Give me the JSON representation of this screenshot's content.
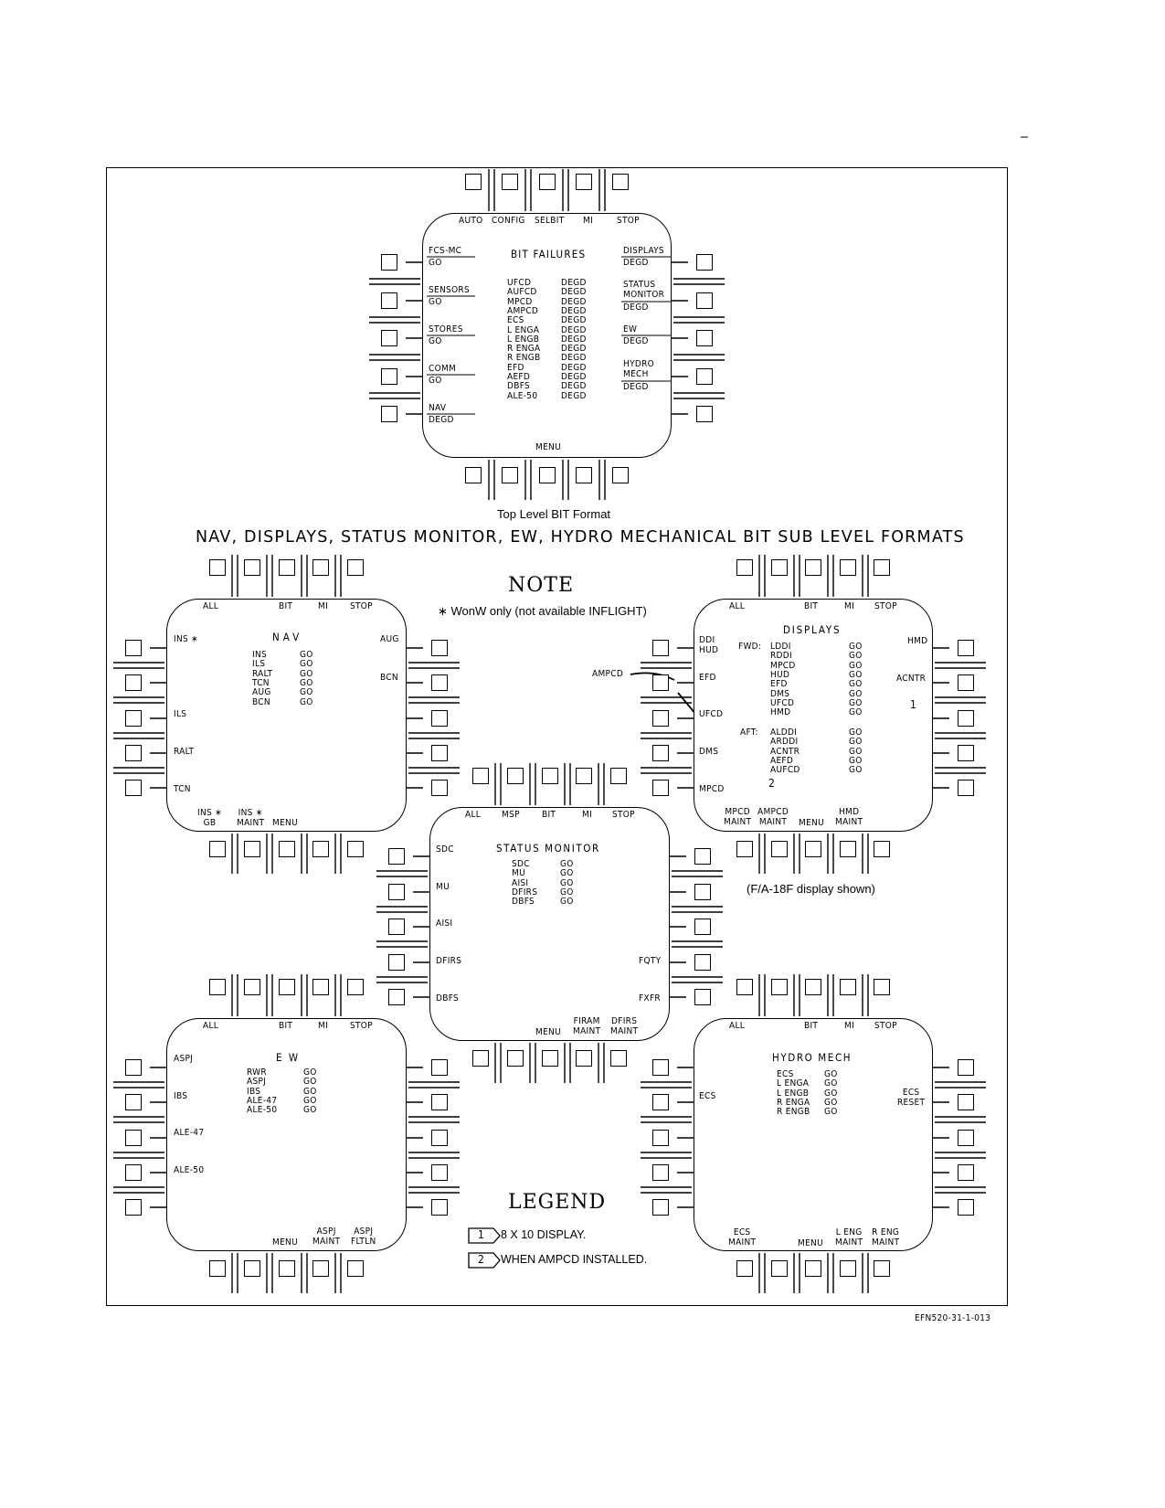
{
  "document_id": "EFN520-31-1-013",
  "main_title": "NAV, DISPLAYS, STATUS MONITOR, EW, HYDRO MECHANICAL BIT SUB LEVEL FORMATS",
  "top_format_caption": "Top Level BIT Format",
  "note": {
    "heading": "NOTE",
    "text": "∗  WonW only (not available INFLIGHT)"
  },
  "displays_caption": "(F/A-18F display shown)",
  "legend": {
    "heading": "LEGEND",
    "items": [
      {
        "num": "1",
        "text": "8 X 10 DISPLAY."
      },
      {
        "num": "2",
        "text": "WHEN AMPCD INSTALLED."
      }
    ]
  },
  "bit_failures": {
    "title": "BIT FAILURES",
    "top_buttons": [
      "AUTO",
      "CONFIG",
      "SELBIT",
      "MI",
      "STOP"
    ],
    "bottom_label": "MENU",
    "left": [
      {
        "name": "FCS-MC",
        "status": "GO"
      },
      {
        "name": "SENSORS",
        "status": "GO"
      },
      {
        "name": "STORES",
        "status": "GO"
      },
      {
        "name": "COMM",
        "status": "GO"
      },
      {
        "name": "NAV",
        "status": "DEGD"
      }
    ],
    "right": [
      {
        "name": "DISPLAYS",
        "status": "DEGD"
      },
      {
        "name": "STATUS\nMONITOR",
        "status": "DEGD"
      },
      {
        "name": "EW",
        "status": "DEGD"
      },
      {
        "name": "HYDRO\nMECH",
        "status": "DEGD"
      }
    ],
    "list": [
      [
        "UFCD",
        "DEGD"
      ],
      [
        "AUFCD",
        "DEGD"
      ],
      [
        "MPCD",
        "DEGD"
      ],
      [
        "AMPCD",
        "DEGD"
      ],
      [
        "ECS",
        "DEGD"
      ],
      [
        "L ENGA",
        "DEGD"
      ],
      [
        "L ENGB",
        "DEGD"
      ],
      [
        "R ENGA",
        "DEGD"
      ],
      [
        "R ENGB",
        "DEGD"
      ],
      [
        "EFD",
        "DEGD"
      ],
      [
        "AEFD",
        "DEGD"
      ],
      [
        "DBFS",
        "DEGD"
      ],
      [
        "ALE-50",
        "DEGD"
      ]
    ]
  },
  "nav": {
    "title": "NAV",
    "top_buttons": [
      "ALL",
      "BIT",
      "MI",
      "STOP"
    ],
    "left": [
      "INS ∗",
      "",
      "ILS",
      "RALT",
      "TCN"
    ],
    "right": [
      "AUG",
      "BCN"
    ],
    "bottom": [
      "INS ∗\nGB",
      "INS ∗\nMAINT",
      "MENU"
    ],
    "list": [
      [
        "INS",
        "GO"
      ],
      [
        "ILS",
        "GO"
      ],
      [
        "RALT",
        "GO"
      ],
      [
        "TCN",
        "GO"
      ],
      [
        "AUG",
        "GO"
      ],
      [
        "BCN",
        "GO"
      ]
    ]
  },
  "displays": {
    "title": "DISPLAYS",
    "top_buttons": [
      "ALL",
      "BIT",
      "MI",
      "STOP"
    ],
    "left": [
      "DDI\nHUD",
      "EFD",
      "UFCD",
      "DMS",
      "MPCD"
    ],
    "right": [
      "HMD",
      "ACNTR"
    ],
    "bottom": [
      "MPCD\nMAINT",
      "AMPCD\nMAINT",
      "MENU",
      "HMD\nMAINT"
    ],
    "ampcd_callout": "AMPCD",
    "fwd_label": "FWD:",
    "aft_label": "AFT:",
    "fwd": [
      [
        "LDDI",
        "GO"
      ],
      [
        "RDDI",
        "GO"
      ],
      [
        "MPCD",
        "GO"
      ],
      [
        "HUD",
        "GO"
      ],
      [
        "EFD",
        "GO"
      ],
      [
        "DMS",
        "GO"
      ],
      [
        "UFCD",
        "GO"
      ],
      [
        "HMD",
        "GO"
      ]
    ],
    "aft": [
      [
        "ALDDI",
        "GO"
      ],
      [
        "ARDDI",
        "GO"
      ],
      [
        "ACNTR",
        "GO"
      ],
      [
        "AEFD",
        "GO"
      ],
      [
        "AUFCD",
        "GO"
      ]
    ],
    "flag1": "1",
    "flag2": "2"
  },
  "status_monitor": {
    "title": "STATUS MONITOR",
    "top_buttons": [
      "ALL",
      "MSP",
      "BIT",
      "MI",
      "STOP"
    ],
    "left": [
      "SDC",
      "MU",
      "AISI",
      "DFIRS",
      "DBFS"
    ],
    "right": [
      "FQTY",
      "FXFR"
    ],
    "bottom": [
      "MENU",
      "FIRAM\nMAINT",
      "DFIRS\nMAINT"
    ],
    "list": [
      [
        "SDC",
        "GO"
      ],
      [
        "MU",
        "GO"
      ],
      [
        "AISI",
        "GO"
      ],
      [
        "DFIRS",
        "GO"
      ],
      [
        "DBFS",
        "GO"
      ]
    ]
  },
  "ew": {
    "title": "E W",
    "top_buttons": [
      "ALL",
      "BIT",
      "MI",
      "STOP"
    ],
    "left": [
      "ASPJ",
      "IBS",
      "ALE-47",
      "ALE-50"
    ],
    "bottom": [
      "MENU",
      "ASPJ\nMAINT",
      "ASPJ\nFLTLN"
    ],
    "list": [
      [
        "RWR",
        "GO"
      ],
      [
        "ASPJ",
        "GO"
      ],
      [
        "IBS",
        "GO"
      ],
      [
        "ALE-47",
        "GO"
      ],
      [
        "ALE-50",
        "GO"
      ]
    ]
  },
  "hydro": {
    "title": "HYDRO MECH",
    "top_buttons": [
      "ALL",
      "BIT",
      "MI",
      "STOP"
    ],
    "left": [
      "ECS"
    ],
    "right": [
      "ECS\nRESET"
    ],
    "bottom": [
      "ECS\nMAINT",
      "MENU",
      "L ENG\nMAINT",
      "R ENG\nMAINT"
    ],
    "list": [
      [
        "ECS",
        "GO"
      ],
      [
        "L ENGA",
        "GO"
      ],
      [
        "L ENGB",
        "GO"
      ],
      [
        "R ENGA",
        "GO"
      ],
      [
        "R ENGB",
        "GO"
      ]
    ]
  }
}
